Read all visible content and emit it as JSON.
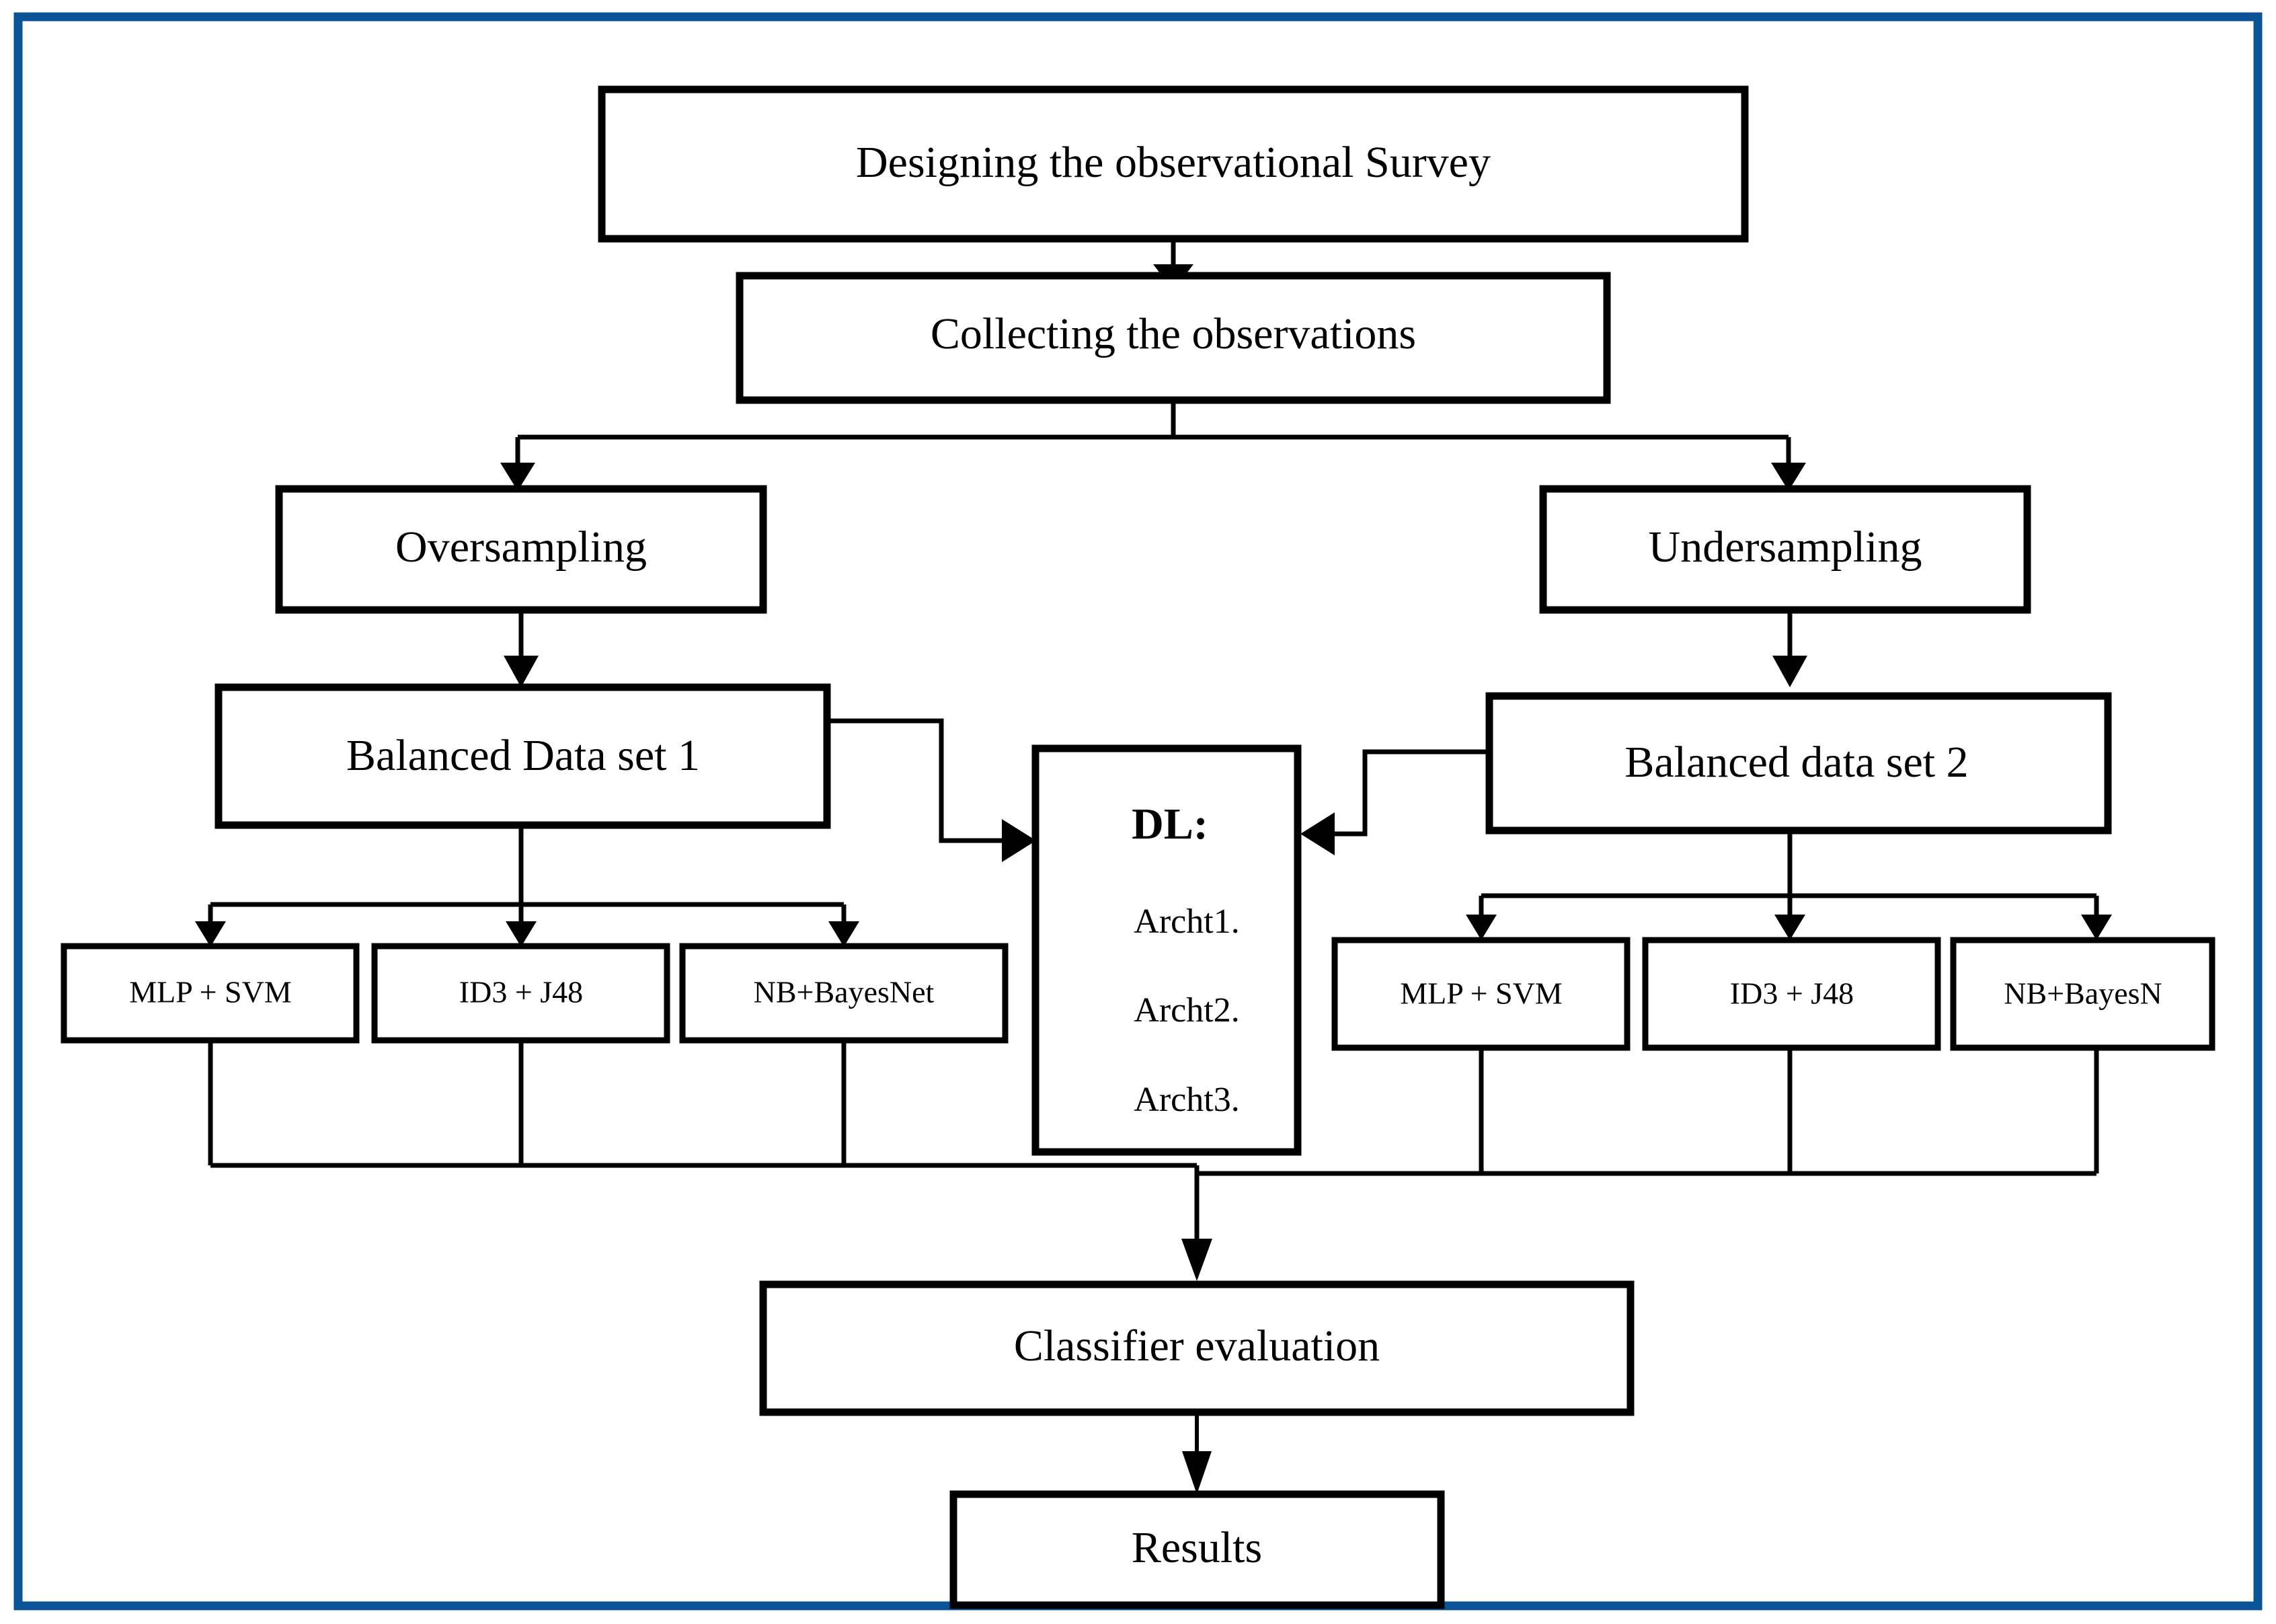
{
  "figure": {
    "type": "flowchart",
    "title": "Research methodology flowchart",
    "frame_color": "#0a5396",
    "line_color": "#000000",
    "background": "#ffffff"
  },
  "nodes": {
    "survey": {
      "label": "Designing the observational Survey"
    },
    "collecting": {
      "label": "Collecting the observations"
    },
    "oversampling": {
      "label": "Oversampling"
    },
    "undersampling": {
      "label": "Undersampling"
    },
    "balanced1": {
      "label": "Balanced Data set 1"
    },
    "balanced2": {
      "label": "Balanced data set 2"
    },
    "dl": {
      "title": "DL:",
      "items": [
        "Archt1.",
        "Archt2.",
        "Archt3."
      ]
    },
    "left_classifiers": [
      {
        "label": "MLP + SVM"
      },
      {
        "label": "ID3 + J48"
      },
      {
        "label": "NB+BayesNet"
      }
    ],
    "right_classifiers": [
      {
        "label": "MLP + SVM"
      },
      {
        "label": "ID3 + J48"
      },
      {
        "label": "NB+BayesN"
      }
    ],
    "evaluation": {
      "label": "Classifier evaluation"
    },
    "results": {
      "label": "Results"
    }
  },
  "edges": [
    {
      "from": "survey",
      "to": "collecting",
      "arrow": "down"
    },
    {
      "from": "collecting",
      "to": "oversampling",
      "arrow": "down"
    },
    {
      "from": "collecting",
      "to": "undersampling",
      "arrow": "down"
    },
    {
      "from": "oversampling",
      "to": "balanced1",
      "arrow": "down"
    },
    {
      "from": "undersampling",
      "to": "balanced2",
      "arrow": "down"
    },
    {
      "from": "balanced1",
      "to": "dl",
      "arrow": "right"
    },
    {
      "from": "balanced2",
      "to": "dl",
      "arrow": "left"
    },
    {
      "from": "balanced1",
      "to": "left_classifier_1",
      "arrow": "down"
    },
    {
      "from": "balanced1",
      "to": "left_classifier_2",
      "arrow": "down"
    },
    {
      "from": "balanced1",
      "to": "left_classifier_3",
      "arrow": "down"
    },
    {
      "from": "balanced2",
      "to": "right_classifier_1",
      "arrow": "down"
    },
    {
      "from": "balanced2",
      "to": "right_classifier_2",
      "arrow": "down"
    },
    {
      "from": "balanced2",
      "to": "right_classifier_3",
      "arrow": "down"
    },
    {
      "from": "classifiers_and_dl",
      "to": "evaluation",
      "arrow": "down"
    },
    {
      "from": "evaluation",
      "to": "results",
      "arrow": "down"
    }
  ]
}
